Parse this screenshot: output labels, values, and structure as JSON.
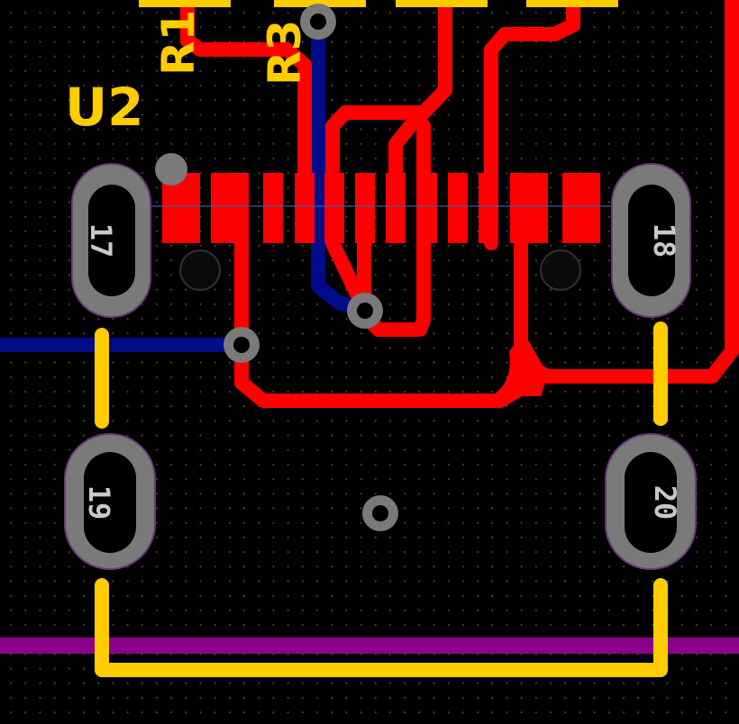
{
  "colors": {
    "background": "#000000",
    "front_copper": "#ff0000",
    "back_copper": "#000b8a",
    "silkscreen": "#ffcc00",
    "edge_cuts": "#8b008b",
    "pad": "#7a7a7a",
    "drill": "#000000"
  },
  "silkscreen": {
    "component_ref": "U2",
    "resistor_ref_1": "R1",
    "resistor_ref_3": "R3"
  },
  "pads": {
    "pad_17": "17",
    "pad_18": "18",
    "pad_19": "19",
    "pad_20": "20"
  }
}
